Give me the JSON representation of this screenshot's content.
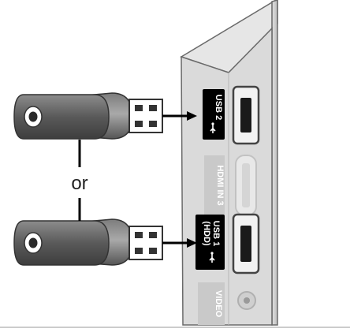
{
  "diagram": {
    "connector_text": "or",
    "ports": {
      "usb2": "USB 2",
      "hdmi3": "HDMI IN 3",
      "usb1_line1": "USB 1",
      "usb1_line2": "(HDD)",
      "video": "VIDEO"
    },
    "icons": [
      "usb-flash-drive-icon",
      "usb-symbol-icon",
      "arrow-right-icon"
    ],
    "colors": {
      "panel_face": "#d9d9d9",
      "panel_side": "#bdbdbd",
      "label_dark": "#000000",
      "label_light": "#c9c9c9",
      "drive_body": "#5f5f5f"
    }
  }
}
